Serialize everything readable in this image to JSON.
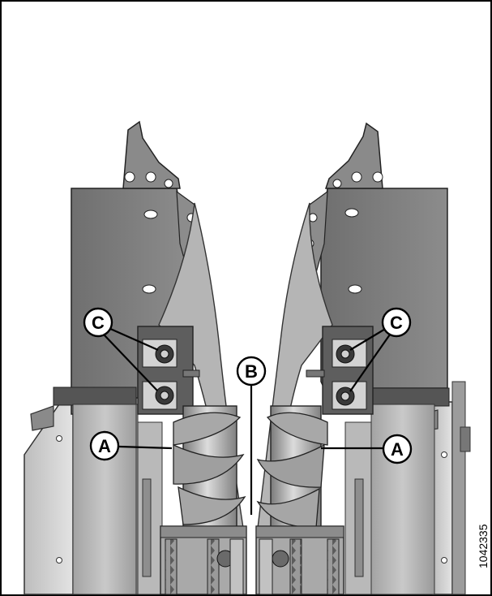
{
  "figure": {
    "number": "1042335",
    "callouts": {
      "a_left": "A",
      "a_right": "A",
      "b_center": "B",
      "c_left": "C",
      "c_right": "C"
    }
  }
}
